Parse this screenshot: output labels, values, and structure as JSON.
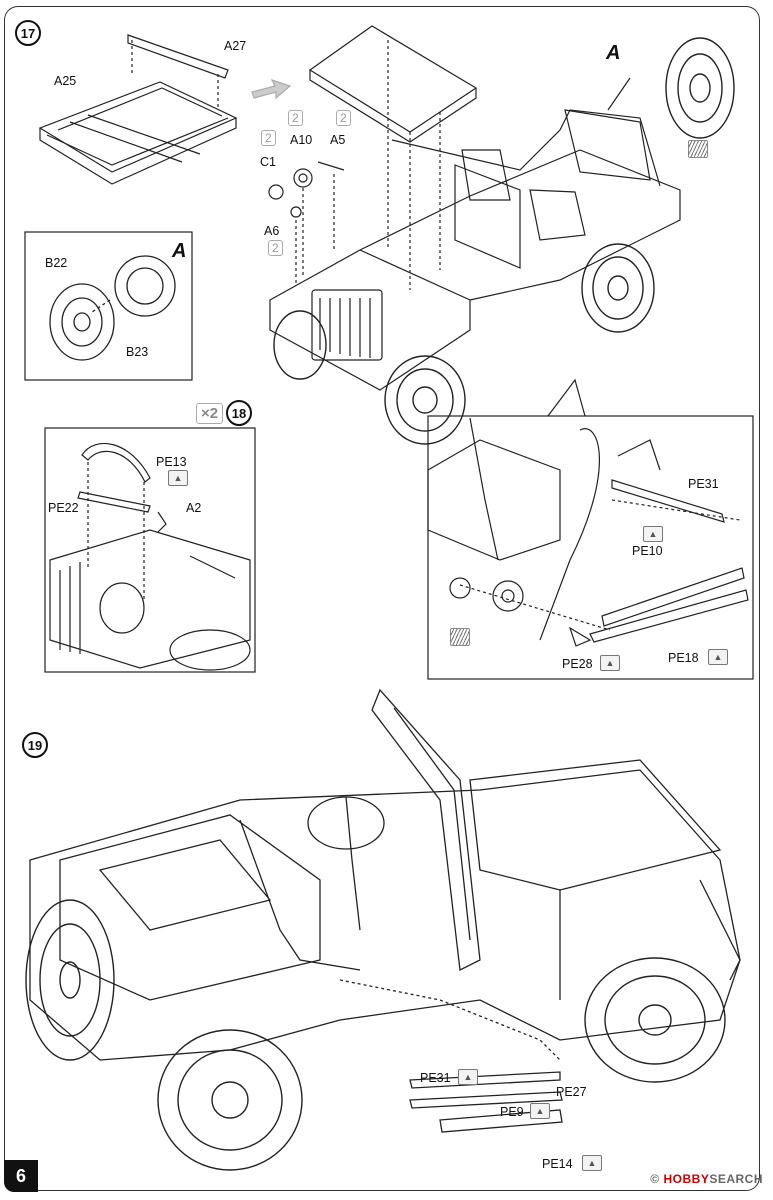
{
  "page_number": "6",
  "watermark": {
    "brand": "HOBBY",
    "suffix": "SEARCH",
    "icon": "hobbysearch-logo-icon"
  },
  "step17": {
    "number": "17",
    "parts": [
      "A27",
      "A25",
      "A10",
      "A5",
      "C1",
      "A6"
    ],
    "qty_markers": [
      "2",
      "2",
      "2",
      "2"
    ],
    "detail_letter": "A",
    "inset_letter": "A",
    "inset_parts": [
      "B22",
      "B23"
    ]
  },
  "step18": {
    "number": "18",
    "qty": "2",
    "parts": [
      "PE13",
      "PE22",
      "A2"
    ]
  },
  "detail_box": {
    "parts": [
      "PE31",
      "PE10",
      "PE28",
      "PE18"
    ]
  },
  "step19": {
    "number": "19",
    "parts": [
      "PE31",
      "PE27",
      "PE9",
      "PE14"
    ]
  },
  "icons": {
    "pe_marker": "photo-etch-up-arrow-icon",
    "paint_marker": "decal-hatch-icon"
  }
}
